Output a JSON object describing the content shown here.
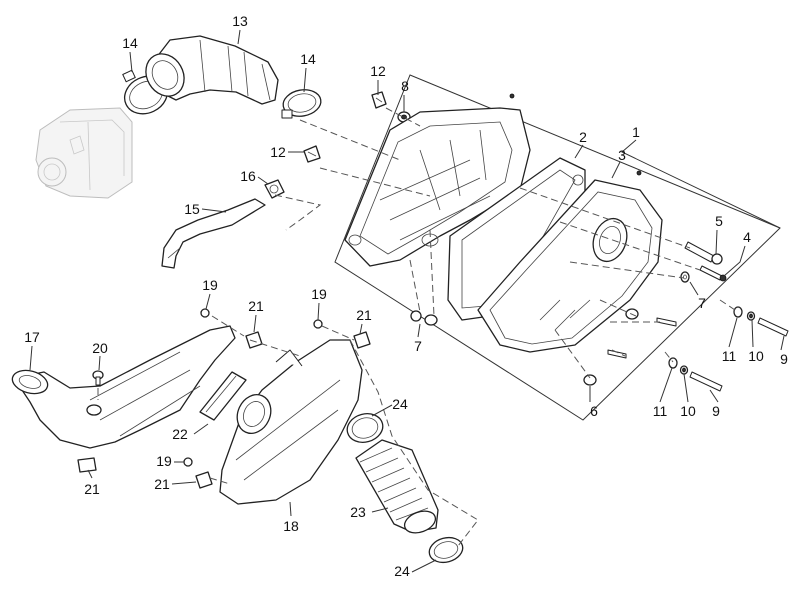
{
  "callouts": {
    "n1": "1",
    "n2": "2",
    "n3": "3",
    "n4": "4",
    "n5": "5",
    "n6": "6",
    "n7a": "7",
    "n7b": "7",
    "n8": "8",
    "n9a": "9",
    "n9b": "9",
    "n10a": "10",
    "n10b": "10",
    "n11a": "11",
    "n11b": "11",
    "n12a": "12",
    "n12b": "12",
    "n13": "13",
    "n14a": "14",
    "n14b": "14",
    "n15": "15",
    "n16": "16",
    "n17": "17",
    "n18": "18",
    "n19a": "19",
    "n19b": "19",
    "n19c": "19",
    "n20": "20",
    "n21a": "21",
    "n21b": "21",
    "n21c": "21",
    "n21d": "21",
    "n22": "22",
    "n23": "23",
    "n24a": "24",
    "n24b": "24"
  }
}
